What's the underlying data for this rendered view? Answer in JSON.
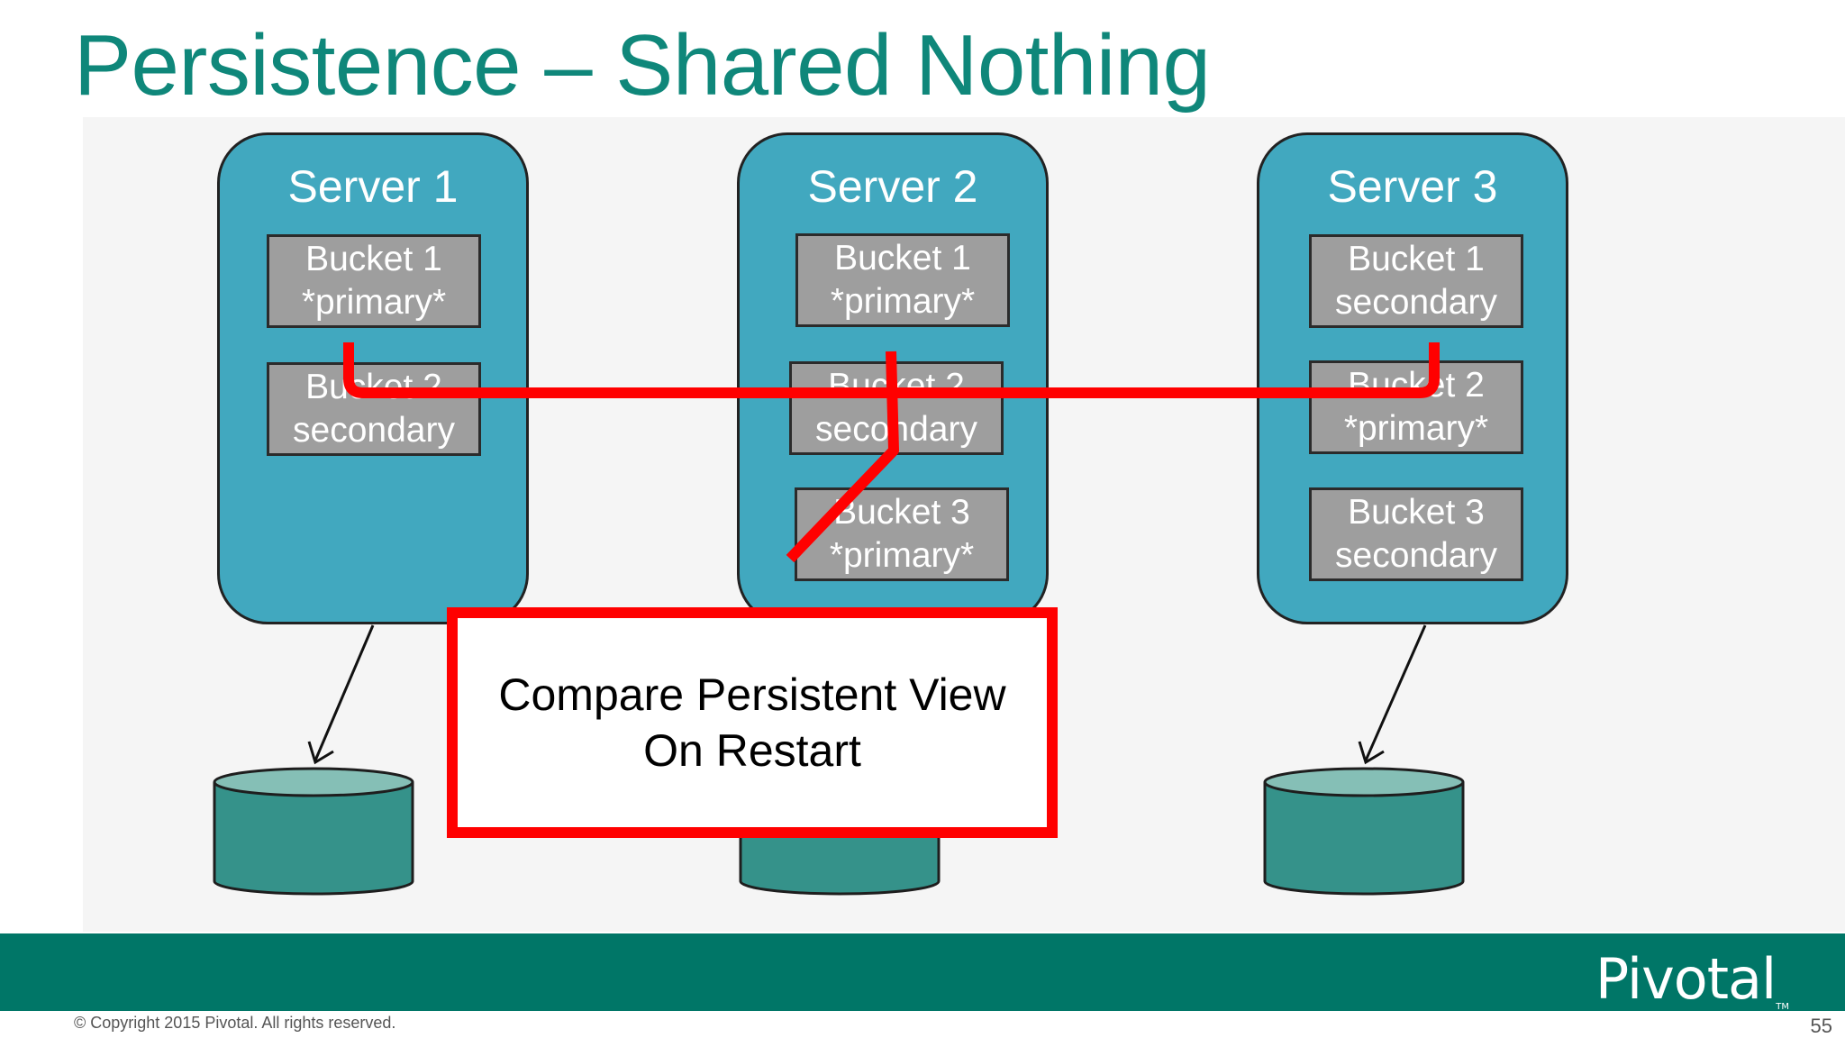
{
  "title": "Persistence – Shared Nothing",
  "colors": {
    "title": "#0f877a",
    "server_fill": "#41a8bf",
    "bucket_fill": "#9e9e9e",
    "disk_fill": "#35928a",
    "disk_top": "#85bfb6",
    "highlight": "#ff0000",
    "footer_band": "#007667"
  },
  "servers": [
    {
      "label": "Server 1",
      "buckets": [
        {
          "line1": "Bucket 1",
          "line2": "*primary*"
        },
        {
          "line1": "Bucket 2",
          "line2": "secondary"
        }
      ]
    },
    {
      "label": "Server 2",
      "buckets": [
        {
          "line1": "Bucket 1",
          "line2": "*primary*"
        },
        {
          "line1": "Bucket 2",
          "line2": "secondary"
        },
        {
          "line1": "Bucket 3",
          "line2": "*primary*"
        }
      ]
    },
    {
      "label": "Server 3",
      "buckets": [
        {
          "line1": "Bucket 1",
          "line2": "secondary"
        },
        {
          "line1": "Bucket 2",
          "line2": "*primary*"
        },
        {
          "line1": "Bucket 3",
          "line2": "secondary"
        }
      ]
    }
  ],
  "callout": {
    "line1": "Compare Persistent View",
    "line2": "On Restart"
  },
  "footer": {
    "logo": "Pivotal",
    "logo_mark": "TM",
    "copyright": "© Copyright 2015 Pivotal. All rights reserved.",
    "page_number": "55"
  }
}
